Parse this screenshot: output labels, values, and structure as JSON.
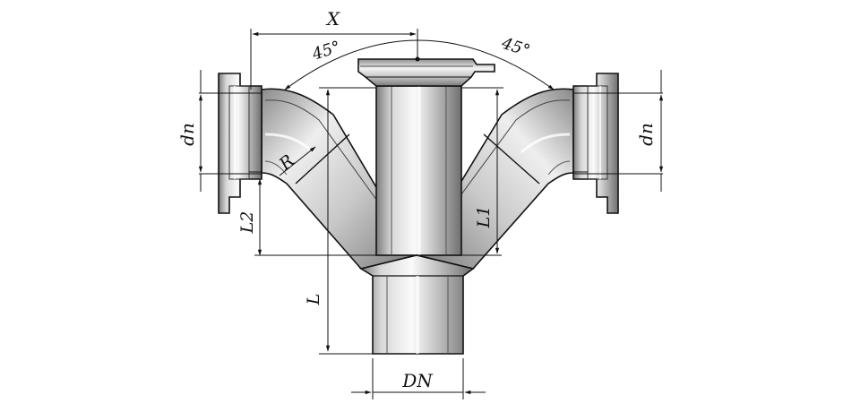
{
  "labels": {
    "x": "X",
    "angle_left": "45°",
    "angle_right": "45°",
    "dn_left": "dn",
    "dn_right": "dn",
    "r": "R",
    "l2": "L2",
    "l1": "L1",
    "l": "L",
    "dn_bottom": "DN"
  },
  "colors": {
    "line": "#111111",
    "pipe_light": "#f2f2f2",
    "pipe_mid": "#c4c4c4",
    "pipe_dark": "#8a8a8a"
  }
}
